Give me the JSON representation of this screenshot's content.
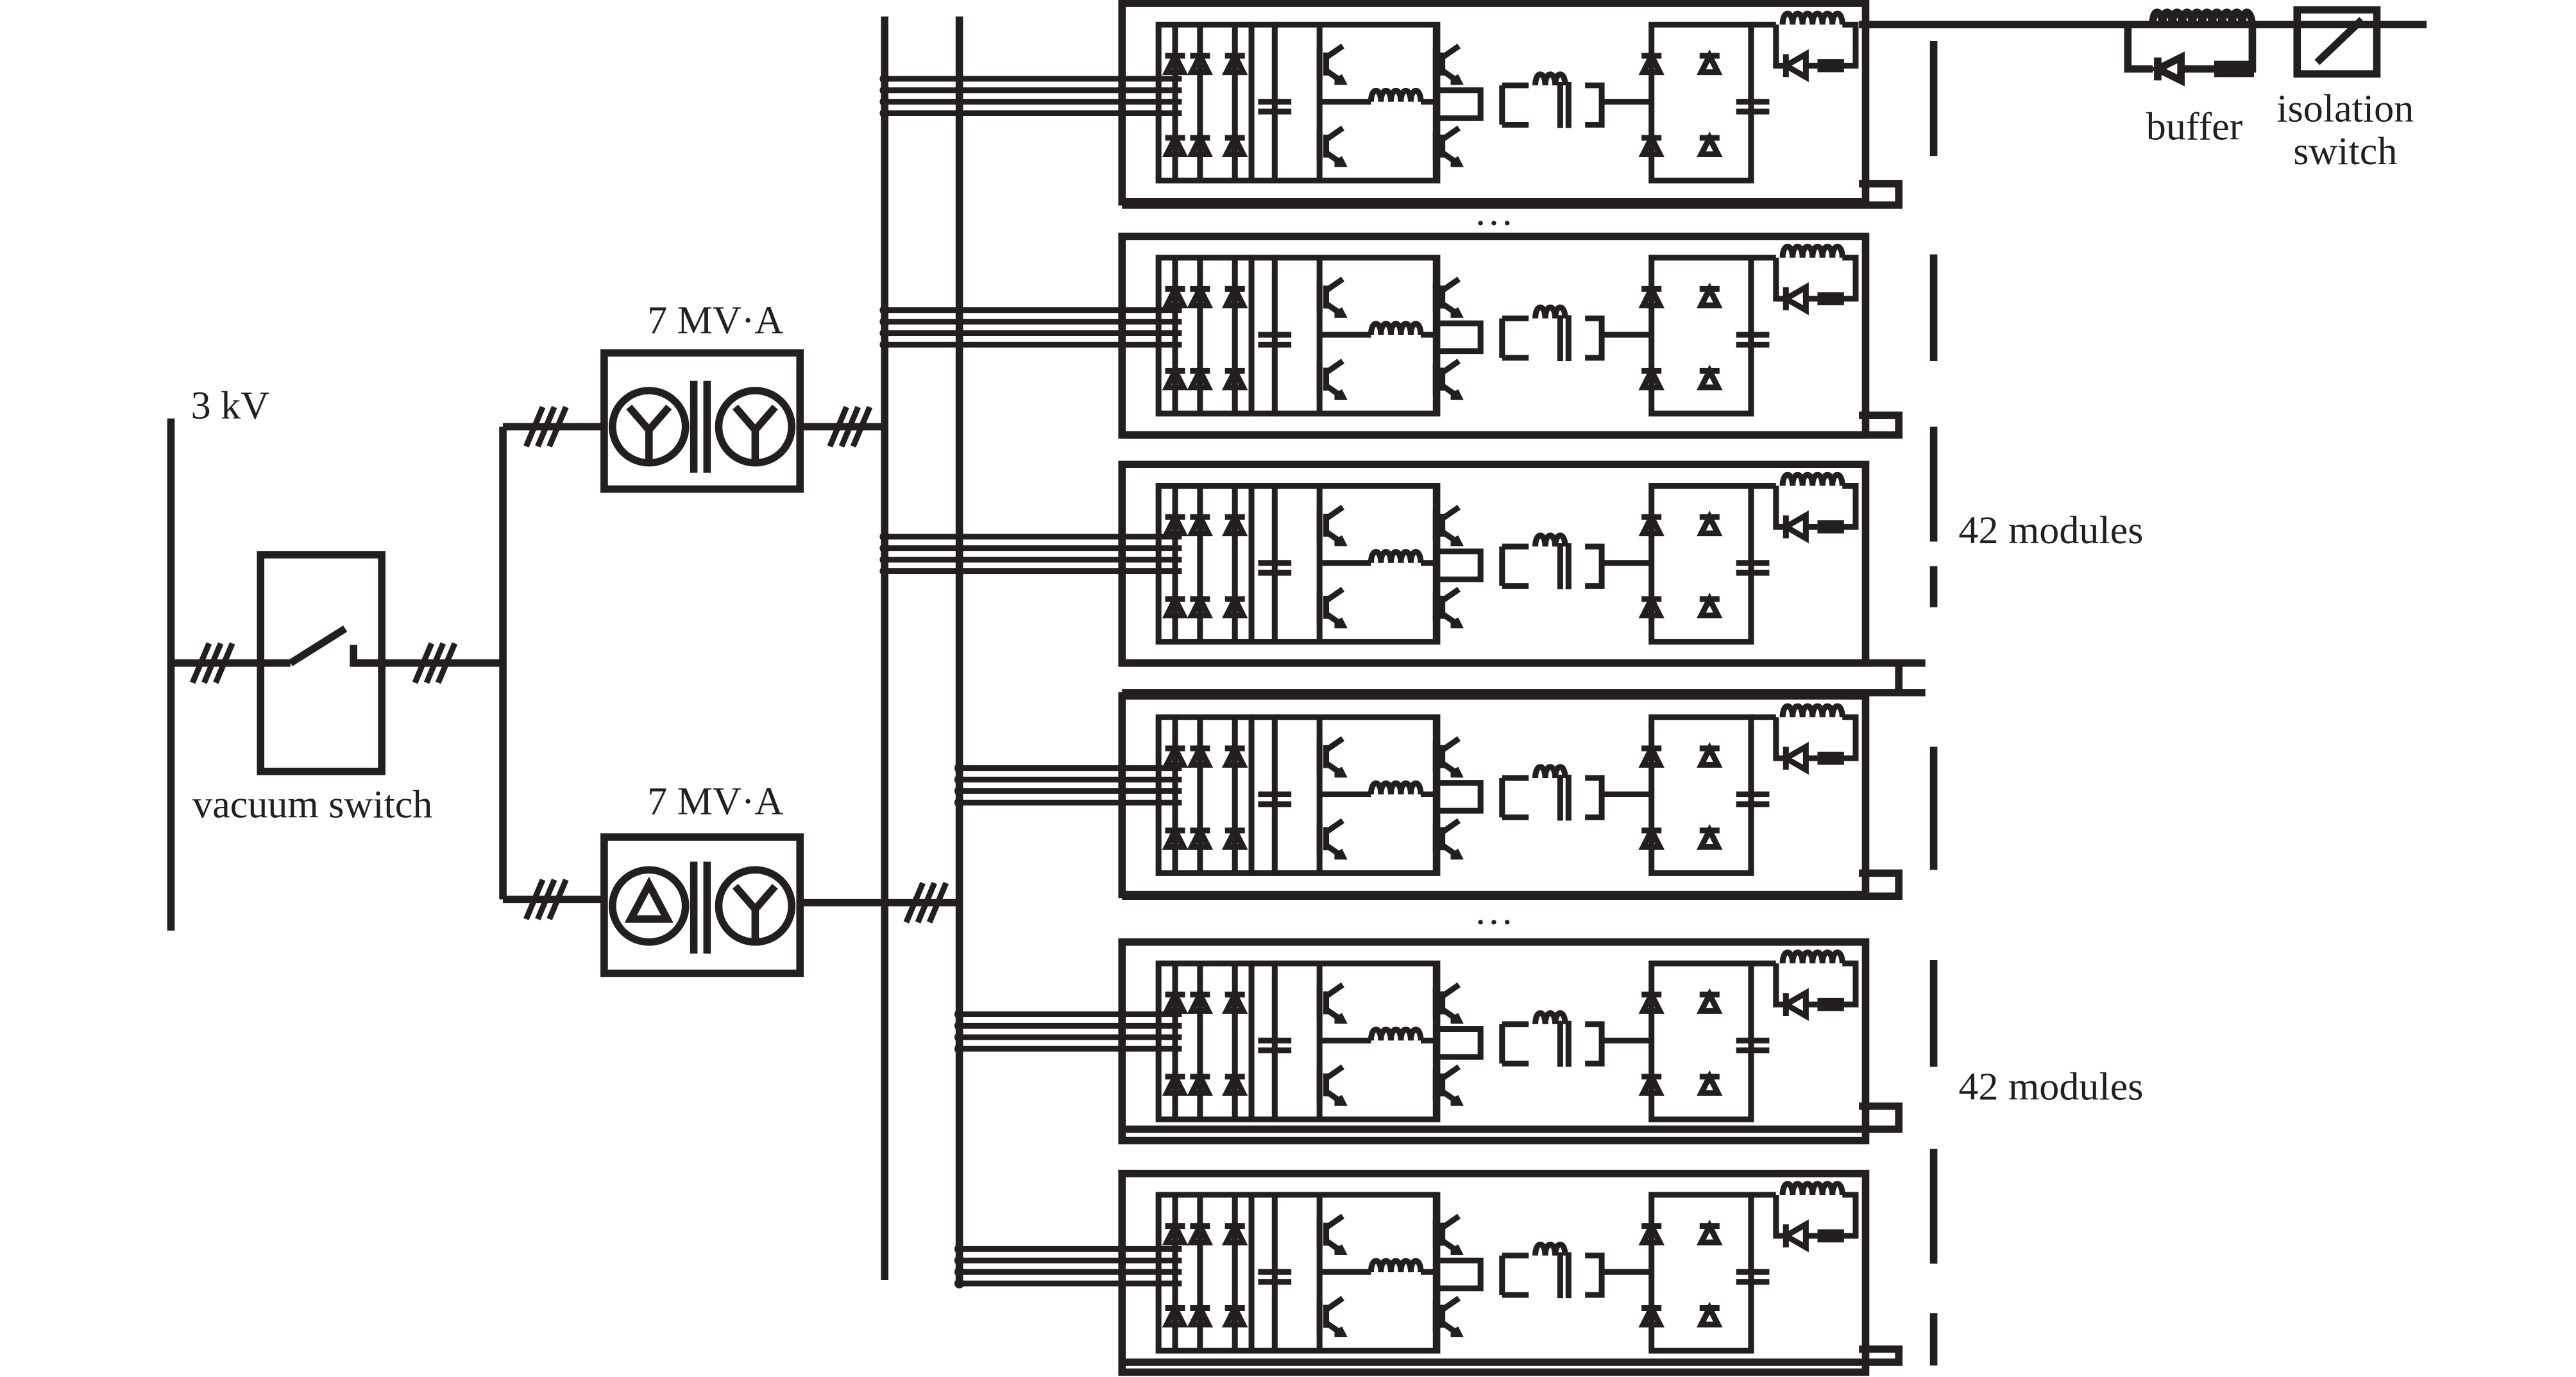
{
  "labels": {
    "grid_voltage": "3 kV",
    "vacuum_switch": "vacuum switch",
    "transformer_top_rating": "7 MV·A",
    "transformer_bottom_rating": "7 MV·A",
    "buffer": "buffer",
    "isolation_switch_line1": "isolation",
    "isolation_switch_line2": "switch",
    "group_top_count": "42 modules",
    "group_bottom_count": "42 modules",
    "ellipsis": "…"
  },
  "transformers": [
    {
      "primary": "star",
      "secondary": "star"
    },
    {
      "primary": "delta",
      "secondary": "star"
    }
  ],
  "colors": {
    "line": "#231f20",
    "background": "#ffffff"
  }
}
